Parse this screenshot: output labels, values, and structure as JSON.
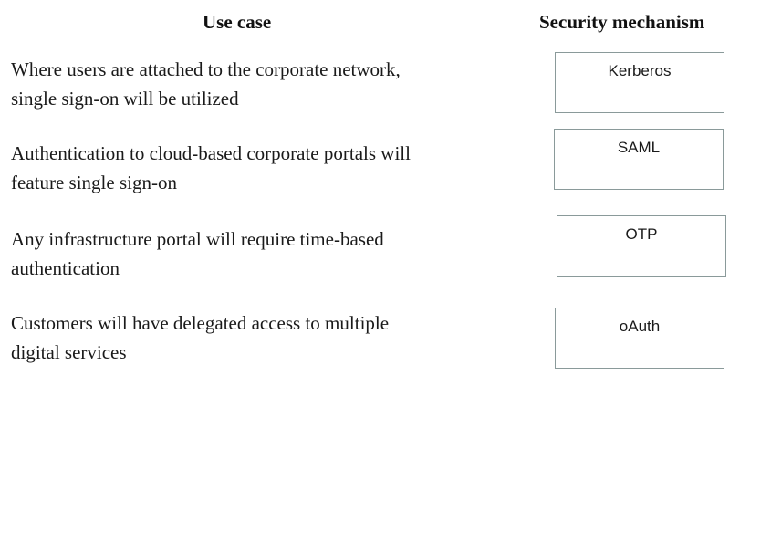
{
  "headers": {
    "use_case": "Use case",
    "security_mechanism": "Security mechanism"
  },
  "rows": [
    {
      "use_case_lines": [
        "Where users are attached to the corporate network,",
        "single sign-on will be utilized"
      ],
      "mechanism": "Kerberos"
    },
    {
      "use_case_lines": [
        "Authentication to cloud-based corporate portals will",
        "feature single sign-on"
      ],
      "mechanism": "SAML"
    },
    {
      "use_case_lines": [
        "Any infrastructure portal will require time-based",
        "authentication"
      ],
      "mechanism": "OTP"
    },
    {
      "use_case_lines": [
        "Customers will have delegated access to multiple",
        "digital services"
      ],
      "mechanism": "oAuth"
    }
  ],
  "colors": {
    "box_border": "#8a9a9a",
    "text": "#1a1a1a"
  }
}
